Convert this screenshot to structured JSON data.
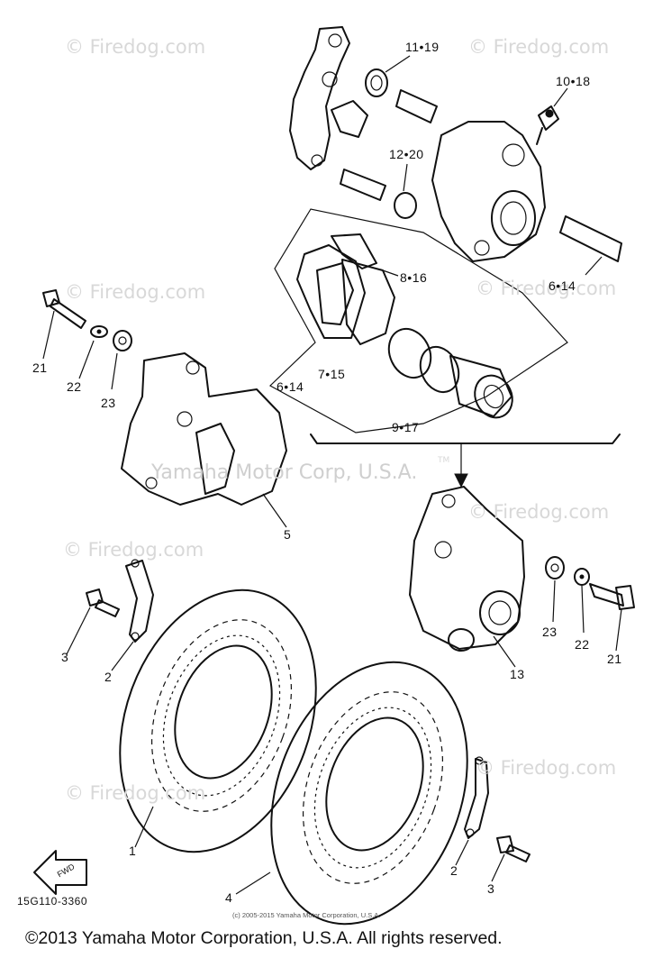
{
  "watermarks": {
    "site": "© Firedog.com",
    "company": "Yamaha Motor Corp, U.S.A.",
    "trademark": "TM"
  },
  "callouts": {
    "c_11_19": "11•19",
    "c_10_18": "10•18",
    "c_12_20": "12•20",
    "c_8_16": "8•16",
    "c_6_14_right": "6•14",
    "c_6_14_left": "6•14",
    "c_7_15": "7•15",
    "c_9_17": "9•17",
    "c_21_left": "21",
    "c_22_left": "22",
    "c_23_left": "23",
    "c_5": "5",
    "c_3_left": "3",
    "c_2_left": "2",
    "c_1": "1",
    "c_4": "4",
    "c_2_right": "2",
    "c_3_right": "3",
    "c_13": "13",
    "c_23_right": "23",
    "c_22_right": "22",
    "c_21_right": "21"
  },
  "fwd_label": "FWD",
  "part_number": "15G110-3360",
  "small_copyright": "(c) 2005-2015 Yamaha Motor Corporation, U.S.A.",
  "copyright": "©2013 Yamaha Motor Corporation, U.S.A. All rights reserved."
}
